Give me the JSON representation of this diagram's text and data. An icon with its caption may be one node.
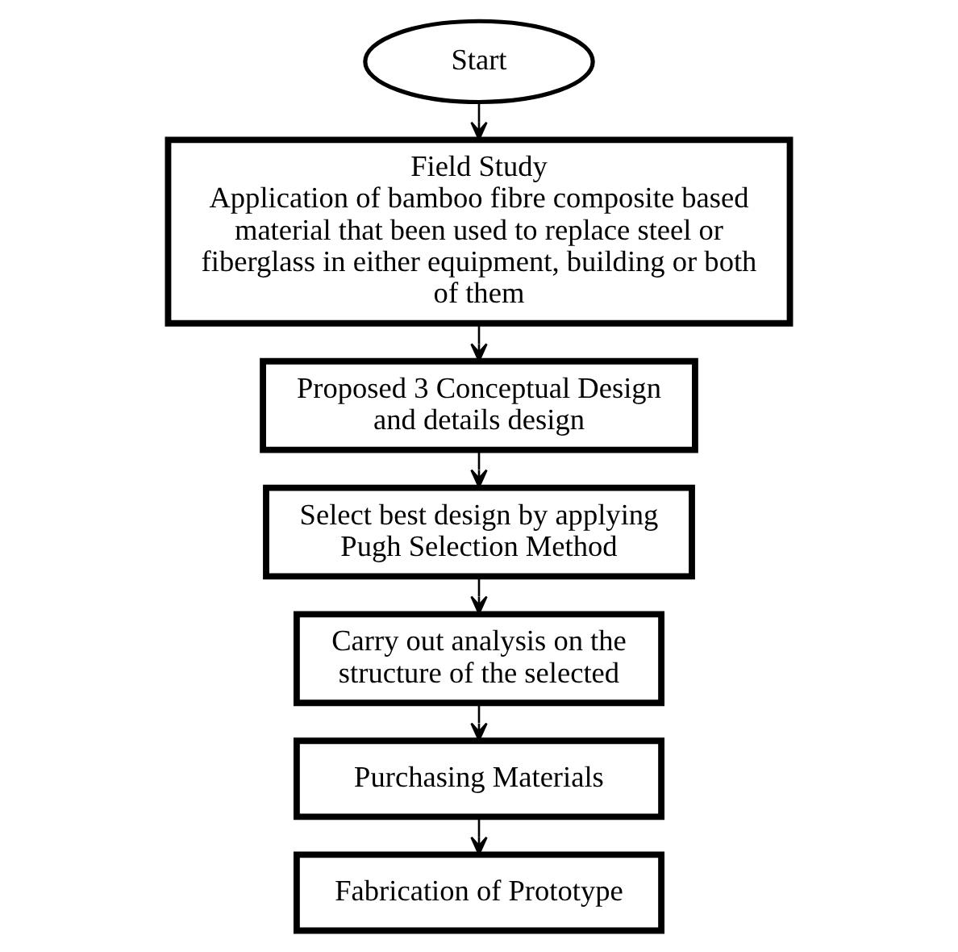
{
  "diagram": {
    "nodes": [
      {
        "text": [
          "Start"
        ]
      },
      {
        "text": [
          "Field Study",
          "Application of bamboo fibre composite based material that been used to replace steel or fiberglass in either equipment, building or both of them"
        ]
      },
      {
        "text": [
          "Proposed 3 Conceptual Design and details design"
        ]
      },
      {
        "text": [
          "Select best design by applying Pugh Selection Method"
        ]
      },
      {
        "text": [
          "Carry out analysis on the structure of the selected"
        ]
      },
      {
        "text": [
          "Purchasing Materials"
        ]
      },
      {
        "text": [
          "Fabrication of Prototype"
        ]
      }
    ],
    "edges": [
      {
        "from": 0,
        "to": 1,
        "arrow": "to"
      },
      {
        "from": 1,
        "to": 2,
        "arrow": "to"
      },
      {
        "from": 2,
        "to": 3,
        "arrow": "to"
      },
      {
        "from": 3,
        "to": 4,
        "arrow": "to"
      },
      {
        "from": 4,
        "to": 5,
        "arrow": "to"
      },
      {
        "from": 5,
        "to": 6,
        "arrow": "to"
      }
    ]
  }
}
